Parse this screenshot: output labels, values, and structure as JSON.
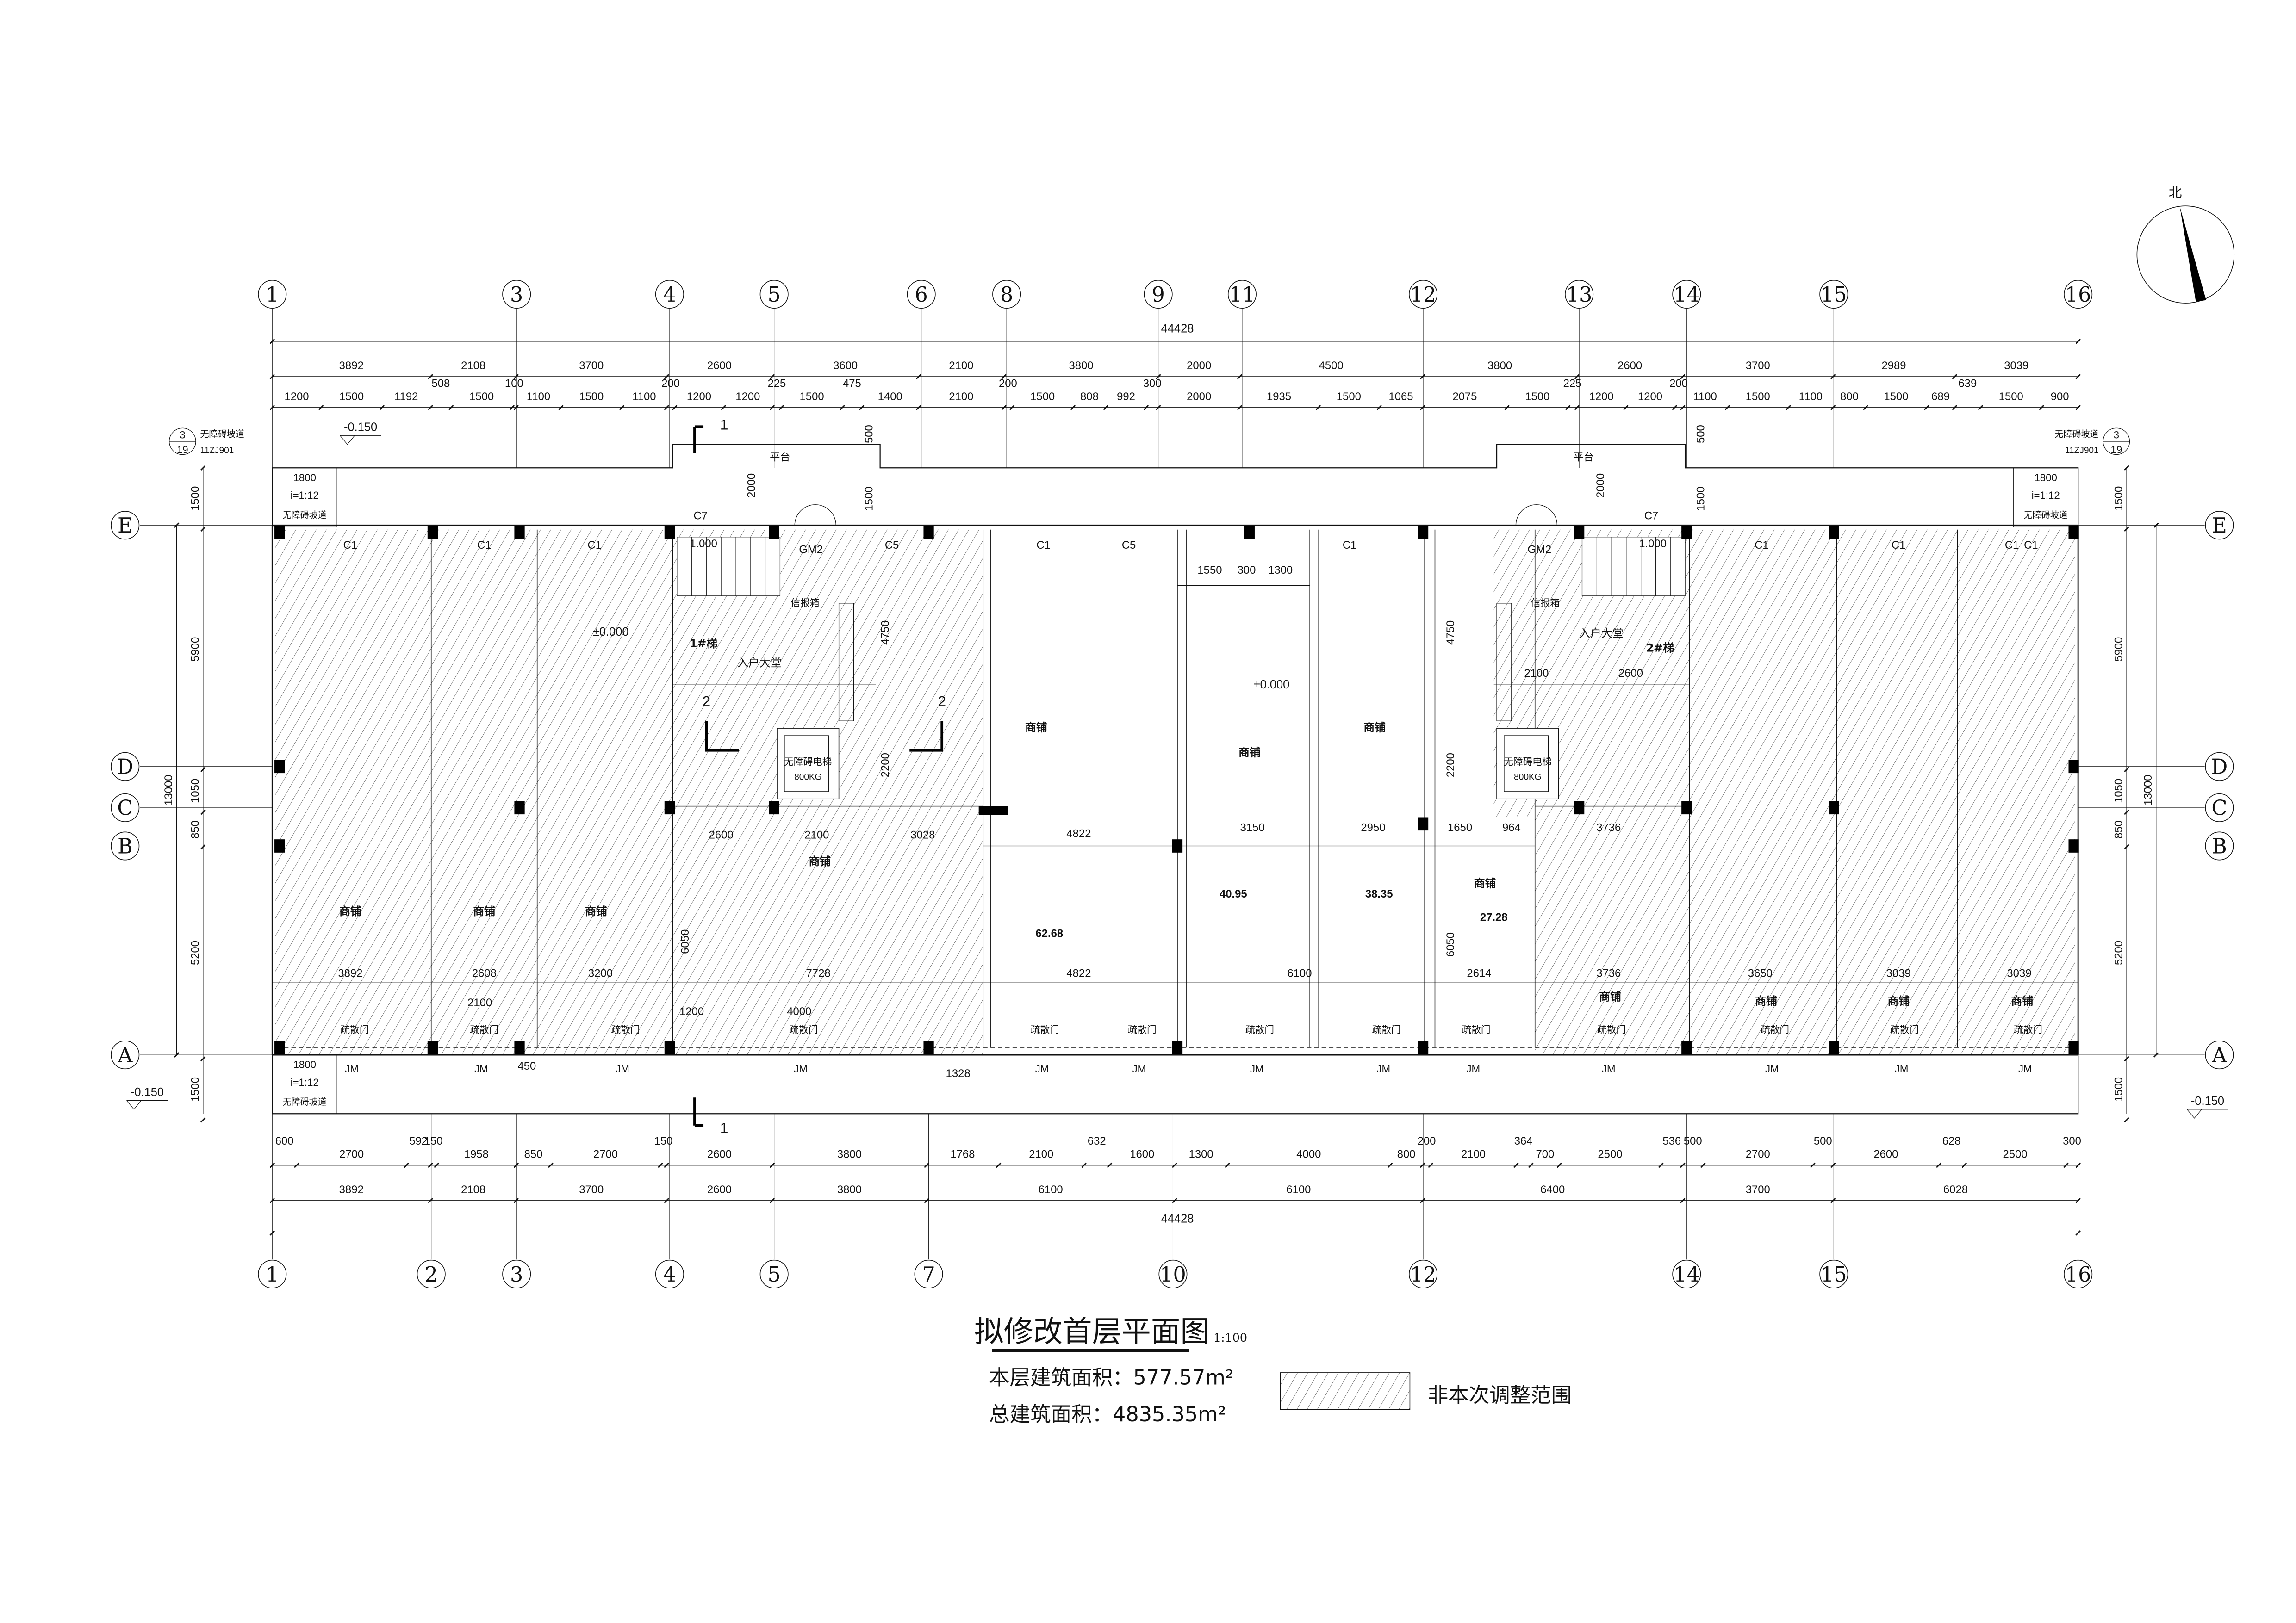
{
  "title": {
    "main": "拟修改首层平面图",
    "scale": "1:100",
    "floor_area": "本层建筑面积：577.57m²",
    "total_area": "总建筑面积：4835.35m²"
  },
  "legend": {
    "label": "非本次调整范围"
  },
  "north": {
    "label": "北"
  },
  "axes_top": [
    "1",
    "3",
    "4",
    "5",
    "6",
    "8",
    "9",
    "11",
    "12",
    "13",
    "14",
    "15",
    "16"
  ],
  "axes_bottom": [
    "1",
    "2",
    "3",
    "4",
    "5",
    "7",
    "10",
    "12",
    "14",
    "15",
    "16"
  ],
  "axes_rows": [
    "E",
    "D",
    "C",
    "B",
    "A"
  ],
  "dims_top_total": "44428",
  "dims_top_row2": [
    "3892",
    "2108",
    "3700",
    "2600",
    "3600",
    "2100",
    "3800",
    "2000",
    "4500",
    "3800",
    "2600",
    "3700",
    "2989",
    "3039"
  ],
  "dims_top_row3": [
    "1200",
    "1500",
    "1192",
    "508",
    "1500",
    "100",
    "1100",
    "1500",
    "1100",
    "200",
    "1200",
    "1200",
    "225",
    "1500",
    "475",
    "1400",
    "2100",
    "200",
    "1500",
    "808",
    "992",
    "300",
    "2000",
    "1935",
    "1500",
    "1065",
    "2075",
    "1500",
    "225",
    "1200",
    "1200",
    "200",
    "1100",
    "1500",
    "1100",
    "800",
    "1500",
    "689",
    "639",
    "1500",
    "900"
  ],
  "dims_bottom_row1": [
    "600",
    "2700",
    "592",
    "150",
    "1958",
    "850",
    "2700",
    "150",
    "2600",
    "3800",
    "1768",
    "2100",
    "632",
    "1600",
    "1300",
    "4000",
    "800",
    "200",
    "2100",
    "364",
    "700",
    "2500",
    "536",
    "500",
    "2700",
    "500",
    "2600",
    "628",
    "2500",
    "300"
  ],
  "dims_bottom_row2": [
    "3892",
    "2108",
    "3700",
    "2600",
    "3800",
    "6100",
    "6100",
    "6400",
    "3700",
    "6028"
  ],
  "dims_bottom_total": "44428",
  "dims_side": [
    "1500",
    "5900",
    "1050",
    "850",
    "5200",
    "1500"
  ],
  "dims_side_total": "13000",
  "ramp": {
    "ref_num": "3",
    "ref_sheet": "19",
    "ref_atlas": "11ZJ901",
    "name": "无障碍坡道",
    "width": "1800",
    "slope": "i=1:12"
  },
  "elevations": {
    "outdoor": "-0.150",
    "indoor": "±0.000",
    "stair_landing": "1.000"
  },
  "rooms": [
    "商铺",
    "商铺",
    "商铺",
    "商铺",
    "商铺",
    "商铺",
    "商铺",
    "商铺",
    "商铺",
    "商铺",
    "商铺",
    "商铺"
  ],
  "areas": [
    "62.68",
    "40.95",
    "38.35",
    "27.28"
  ],
  "windows": [
    "C1",
    "C1",
    "C1",
    "C5",
    "C1",
    "C5",
    "C1",
    "C1",
    "C1",
    "C1",
    "C1",
    "C7",
    "C7",
    "GM2",
    "GM2"
  ],
  "stairs": [
    "1#梯",
    "2#梯"
  ],
  "lobby": [
    "入户大堂",
    "入户大堂"
  ],
  "mailbox": [
    "信报箱",
    "信报箱"
  ],
  "elevator": {
    "name": "无障碍电梯",
    "capacity": "800KG"
  },
  "platform": [
    "平台",
    "平台"
  ],
  "section_marks": [
    "1",
    "1",
    "2",
    "2"
  ],
  "exit_doors": [
    "疏散门",
    "疏散门",
    "疏散门",
    "疏散门",
    "疏散门",
    "疏散门",
    "疏散门",
    "疏散门",
    "疏散门",
    "疏散门",
    "疏散门",
    "疏散门",
    "疏散门"
  ],
  "jm_doors": [
    "JM",
    "JM",
    "JM",
    "JM",
    "JM",
    "JM",
    "JM",
    "JM",
    "JM",
    "JM",
    "JM",
    "JM",
    "JM"
  ],
  "interior_dims": [
    "2600",
    "2100",
    "3028",
    "4822",
    "3150",
    "2950",
    "1650",
    "964",
    "3736",
    "3892",
    "2608",
    "3200",
    "7728",
    "4822",
    "6100",
    "2614",
    "3736",
    "3650",
    "3039",
    "3039",
    "2100",
    "1200",
    "4000",
    "1550",
    "300",
    "1300",
    "2100",
    "2600",
    "4750",
    "2200",
    "4750",
    "2200",
    "6050",
    "6050",
    "500",
    "1500",
    "2000",
    "500",
    "1500",
    "2000",
    "1328",
    "450",
    "1800",
    "1800"
  ]
}
